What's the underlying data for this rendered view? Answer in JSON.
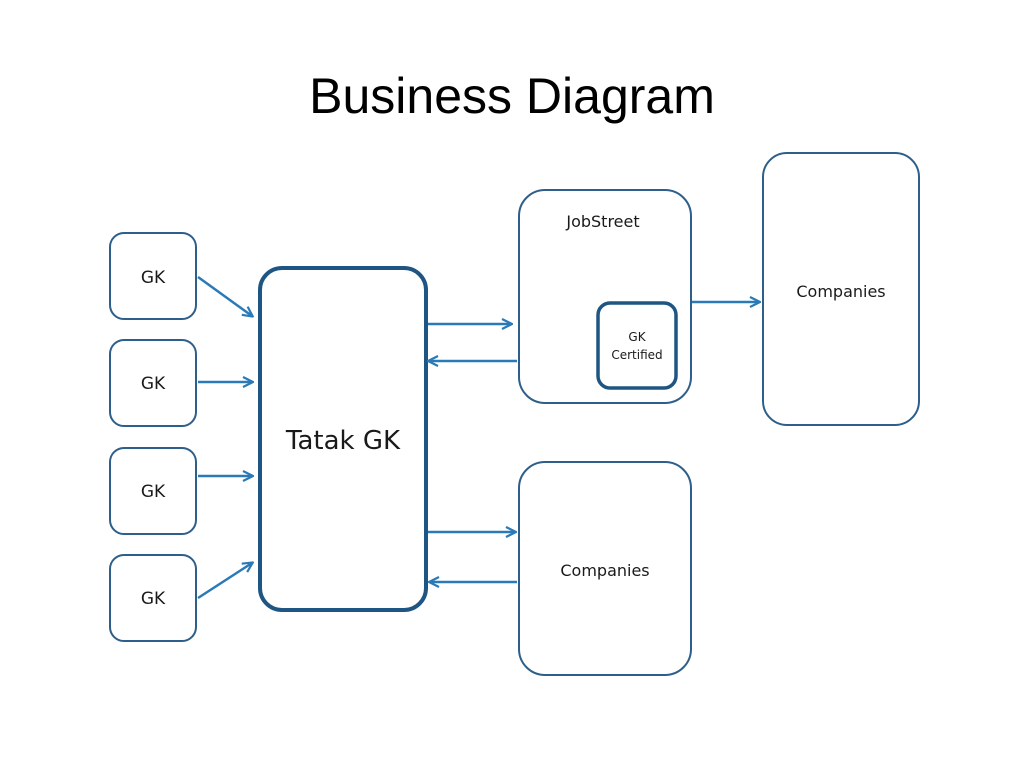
{
  "title": "Business Diagram",
  "colors": {
    "box_border": "#2e5f8a",
    "box_border_thick": "#1f5582",
    "arrow": "#2a7ab8",
    "text": "#1a1a1a"
  },
  "nodes": {
    "gk_1": "GK",
    "gk_2": "GK",
    "gk_3": "GK",
    "gk_4": "GK",
    "tatak_gk": "Tatak GK",
    "jobstreet": "JobStreet",
    "gk_certified_line1": "GK",
    "gk_certified_line2": "Certified",
    "companies_top": "Companies",
    "companies_bottom": "Companies"
  }
}
